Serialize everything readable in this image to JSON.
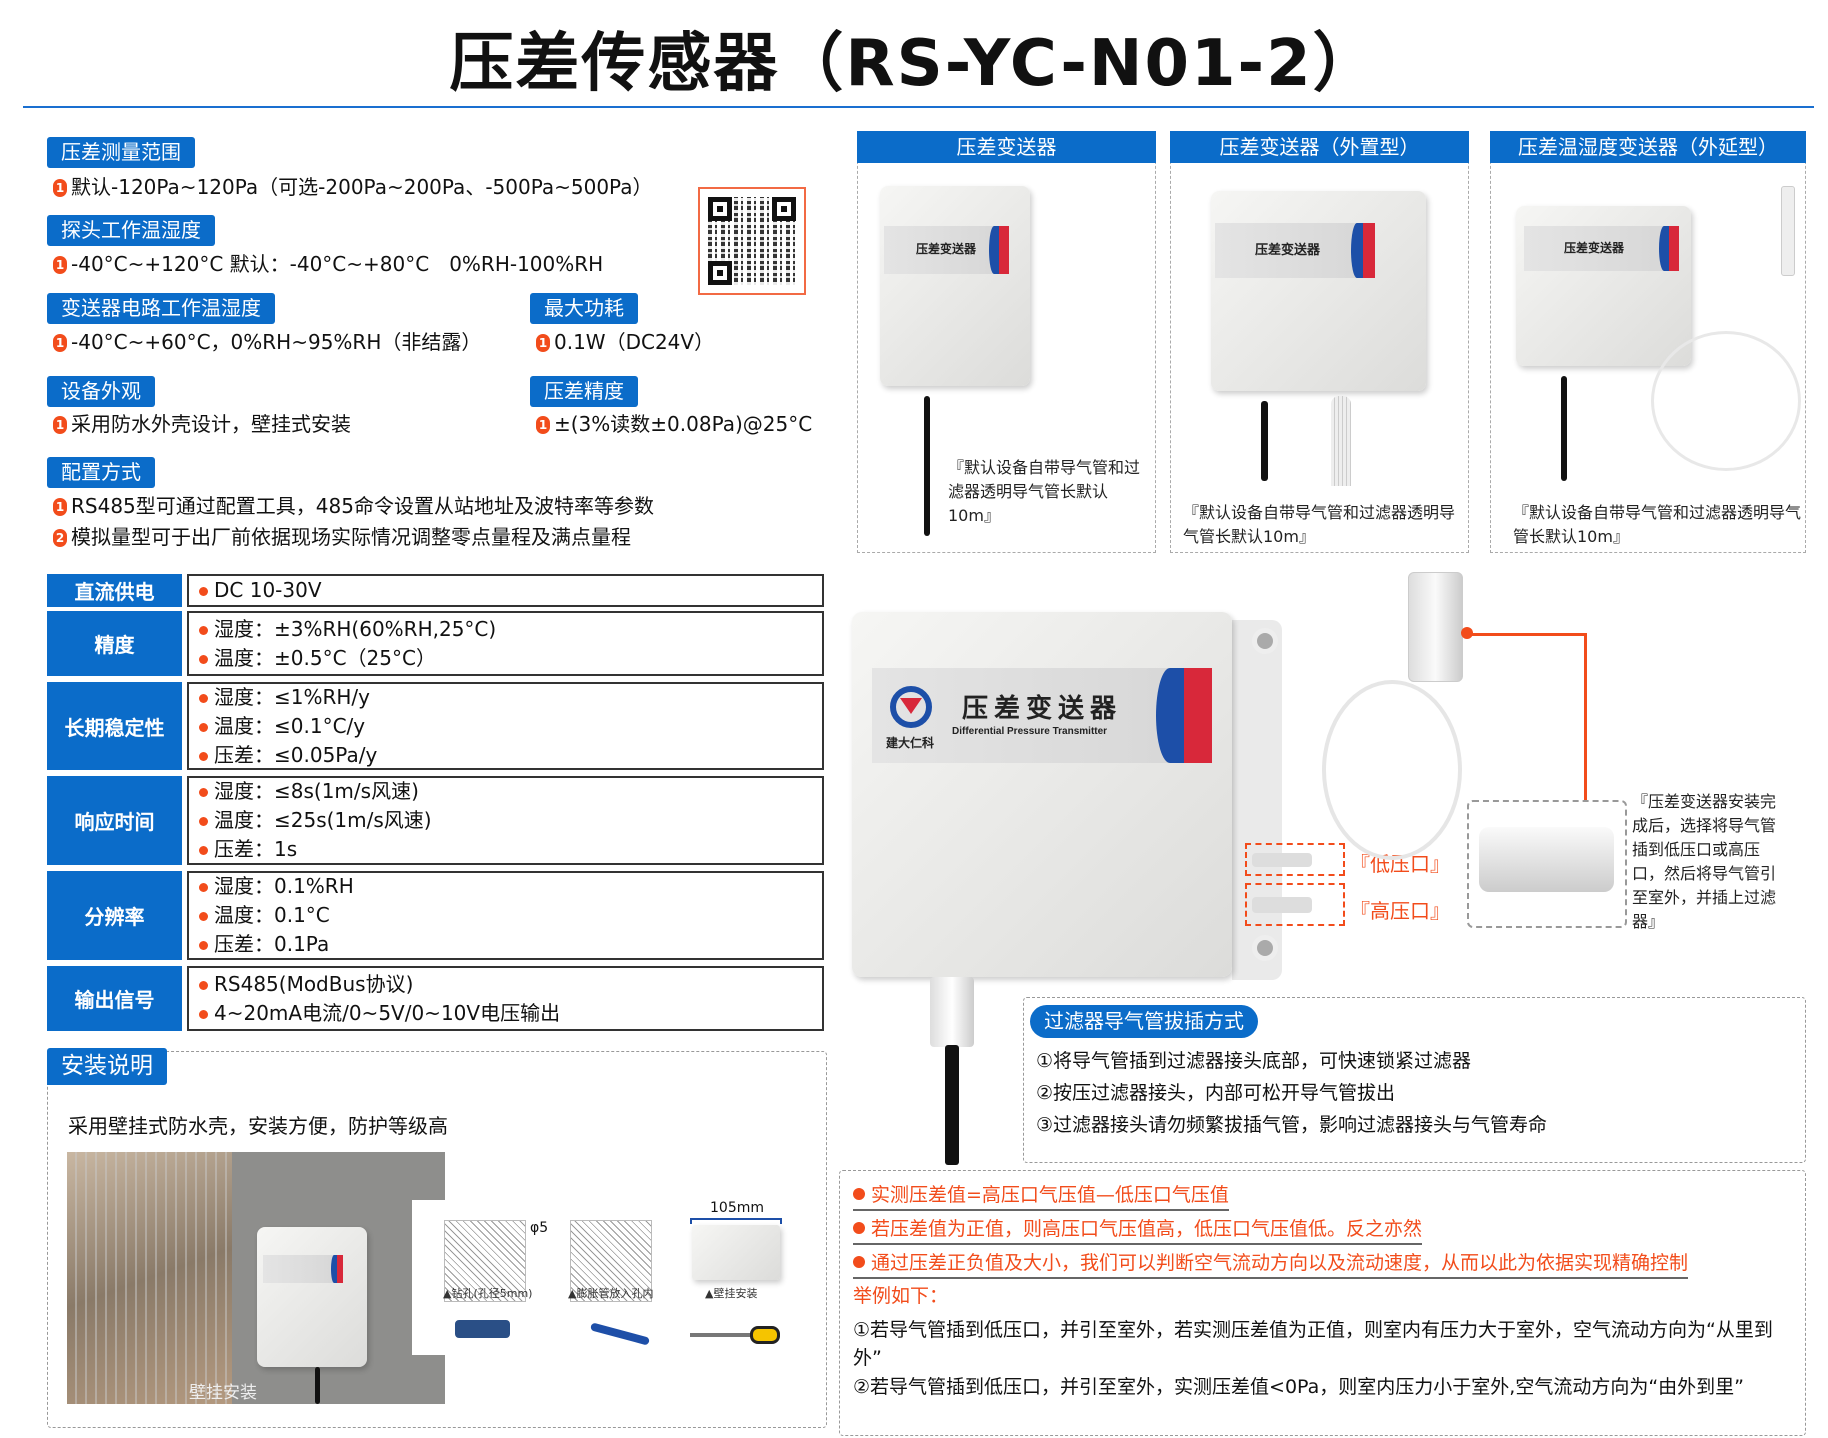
{
  "title": "压差传感器（RS-YC-N01-2）",
  "specs": {
    "range": {
      "label": "压差测量范围",
      "num": "1",
      "text": "默认-120Pa~120Pa（可选-200Pa~200Pa、-500Pa~500Pa）"
    },
    "probe": {
      "label": "探头工作温湿度",
      "num": "1",
      "text": "-40°C~+120°C 默认：-40°C~+80°C　0%RH-100%RH"
    },
    "circuit": {
      "label": "变送器电路工作温湿度",
      "num": "1",
      "text": "-40°C~+60°C，0%RH~95%RH（非结露）"
    },
    "power": {
      "label": "最大功耗",
      "num": "1",
      "text": "0.1W（DC24V）"
    },
    "appearance": {
      "label": "设备外观",
      "num": "1",
      "text": "采用防水外壳设计，壁挂式安装"
    },
    "accuracy": {
      "label": "压差精度",
      "num": "1",
      "text": "±(3%读数±0.08Pa)@25°C"
    },
    "config": {
      "label": "配置方式",
      "items": [
        {
          "num": "1",
          "text": "RS485型可通过配置工具，485命令设置从站地址及波特率等参数"
        },
        {
          "num": "2",
          "text": "模拟量型可于出厂前依据现场实际情况调整零点量程及满点量程"
        }
      ]
    }
  },
  "table": [
    {
      "label": "直流供电",
      "values": [
        "DC 10-30V"
      ]
    },
    {
      "label": "精度",
      "values": [
        "湿度：±3%RH(60%RH,25°C)",
        "温度：±0.5°C（25°C）"
      ]
    },
    {
      "label": "长期稳定性",
      "values": [
        "湿度：≤1%RH/y",
        "温度：≤0.1°C/y",
        "压差：≤0.05Pa/y"
      ]
    },
    {
      "label": "响应时间",
      "values": [
        "湿度：≤8s(1m/s风速)",
        "温度：≤25s(1m/s风速)",
        "压差：1s"
      ]
    },
    {
      "label": "分辨率",
      "values": [
        "湿度：0.1%RH",
        "温度：0.1°C",
        "压差：0.1Pa"
      ]
    },
    {
      "label": "输出信号",
      "values": [
        "RS485(ModBus协议)",
        "4~20mA电流/0~5V/0~10V电压输出"
      ]
    }
  ],
  "install": {
    "label": "安装说明",
    "desc": "采用壁挂式防水壳，安装方便，防护等级高",
    "photo_caption": "壁挂安装",
    "phi": "φ5",
    "width_dim": "105mm",
    "steps": [
      "▲钻孔(孔径5mm)",
      "▲膨胀管放入孔内",
      "▲壁挂安装"
    ]
  },
  "products": [
    {
      "title": "压差变送器",
      "caption": "『默认设备自带导气管和过滤器透明导气管长默认10m』"
    },
    {
      "title": "压差变送器（外置型）",
      "caption": "『默认设备自带导气管和过滤器透明导气管长默认10m』"
    },
    {
      "title": "压差温湿度变送器（外延型）",
      "caption": "『默认设备自带导气管和过滤器透明导气管长默认10m』"
    }
  ],
  "device": {
    "brand": "压差变送器",
    "brand_en": "Differential Pressure Transmitter",
    "company": "建大仁科",
    "low_port": "『低压口』",
    "high_port": "『高压口』",
    "install_note": "『压差变送器安装完成后，选择将导气管插到低压口或高压口，然后将导气管引至室外，并插上过滤器』"
  },
  "filter": {
    "label": "过滤器导气管拔插方式",
    "items": [
      "①将导气管插到过滤器接头底部，可快速锁紧过滤器",
      "②按压过滤器接头，内部可松开导气管拔出",
      "③过滤器接头请勿频繁拔插气管，影响过滤器接头与气管寿命"
    ]
  },
  "notes": {
    "highlights": [
      "实测压差值=高压口气压值—低压口气压值",
      "若压差值为正值，则高压口气压值高，低压口气压值低。反之亦然",
      "通过压差正负值及大小，我们可以判断空气流动方向以及流动速度，从而以此为依据实现精确控制"
    ],
    "example_label": "举例如下：",
    "examples": [
      "①若导气管插到低压口，并引至室外，若实测压差值为正值，则室内有压力大于室外，空气流动方向为“从里到外”",
      "②若导气管插到低压口，并引至室外，实测压差值<0Pa，则室内压力小于室外,空气流动方向为“由外到里”"
    ]
  },
  "colors": {
    "accent": "#0b6cc9",
    "highlight": "#f24c1b"
  }
}
